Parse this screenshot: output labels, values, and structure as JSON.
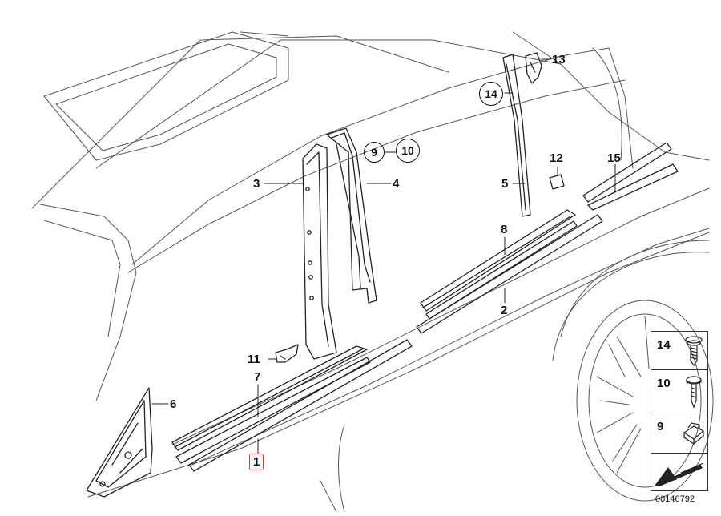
{
  "labels": {
    "l1": "1",
    "l2": "2",
    "l3": "3",
    "l4": "4",
    "l5": "5",
    "l6": "6",
    "l7": "7",
    "l8": "8",
    "l9": "9",
    "l10": "10",
    "l11": "11",
    "l12": "12",
    "l13": "13",
    "l14": "14",
    "l15": "15"
  },
  "legend": {
    "items": [
      {
        "number": "14",
        "icon": "screw-washer-icon"
      },
      {
        "number": "10",
        "icon": "self-tapping-screw-icon"
      },
      {
        "number": "9",
        "icon": "clip-nut-icon"
      }
    ]
  },
  "diagram_code": "00146792",
  "colors": {
    "line": "#222222",
    "highlight": "#d43a3a"
  }
}
